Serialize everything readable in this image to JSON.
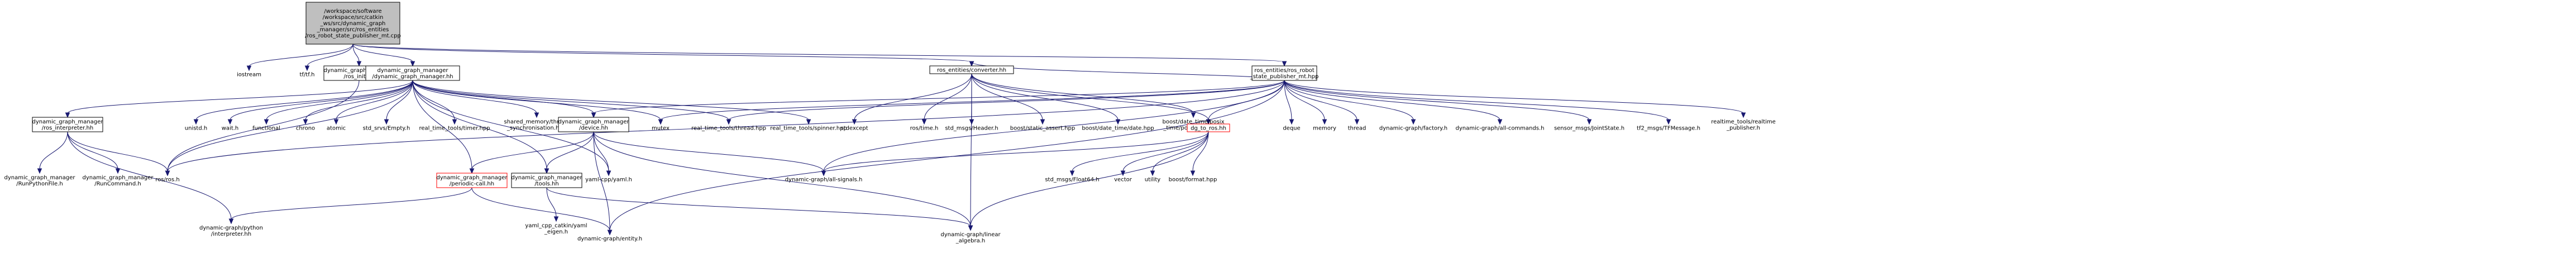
{
  "graph": {
    "nodes": [
      {
        "id": "root",
        "style": "root",
        "lines": [
          "/workspace/software",
          "/workspace/src/catkin",
          "_ws/src/dynamic_graph",
          "_manager/src/ros_entities",
          "/ros_robot_state_publisher_mt.cpp"
        ]
      },
      {
        "id": "iostream",
        "style": "plain",
        "lines": [
          "iostream"
        ]
      },
      {
        "id": "tf_tf_h",
        "style": "plain",
        "lines": [
          "tf/tf.h"
        ]
      },
      {
        "id": "dgm_ros_init",
        "style": "doc",
        "lines": [
          "dynamic_graph_manager",
          "/ros_init.hh"
        ]
      },
      {
        "id": "dgm_dgm",
        "style": "doc",
        "lines": [
          "dynamic_graph_manager",
          "/dynamic_graph_manager.hh"
        ]
      },
      {
        "id": "ros_converter",
        "style": "doc",
        "lines": [
          "ros_entities/converter.hh"
        ]
      },
      {
        "id": "ros_rsp_mt",
        "style": "doc",
        "lines": [
          "ros_entities/ros_robot",
          "_state_publisher_mt.hpp"
        ]
      },
      {
        "id": "dgm_ros_interp",
        "style": "doc",
        "lines": [
          "dynamic_graph_manager",
          "/ros_interpreter.hh"
        ]
      },
      {
        "id": "unistd",
        "style": "plain",
        "lines": [
          "unistd.h"
        ]
      },
      {
        "id": "wait_h",
        "style": "plain",
        "lines": [
          "wait.h"
        ]
      },
      {
        "id": "functional",
        "style": "plain",
        "lines": [
          "functional"
        ]
      },
      {
        "id": "chrono",
        "style": "plain",
        "lines": [
          "chrono"
        ]
      },
      {
        "id": "atomic",
        "style": "plain",
        "lines": [
          "atomic"
        ]
      },
      {
        "id": "std_srvs_empty",
        "style": "plain",
        "lines": [
          "std_srvs/Empty.h"
        ]
      },
      {
        "id": "rt_timer",
        "style": "plain",
        "lines": [
          "real_time_tools/timer.hpp"
        ]
      },
      {
        "id": "shm_thread",
        "style": "plain",
        "lines": [
          "shared_memory/thread",
          "_synchronisation.hpp"
        ]
      },
      {
        "id": "dgm_device",
        "style": "doc",
        "lines": [
          "dynamic_graph_manager",
          "/device.hh"
        ]
      },
      {
        "id": "mutex",
        "style": "plain",
        "lines": [
          "mutex"
        ]
      },
      {
        "id": "rt_thread",
        "style": "plain",
        "lines": [
          "real_time_tools/thread.hpp"
        ]
      },
      {
        "id": "rt_spinner",
        "style": "plain",
        "lines": [
          "real_time_tools/spinner.hpp"
        ]
      },
      {
        "id": "stdexcept",
        "style": "plain",
        "lines": [
          "stdexcept"
        ]
      },
      {
        "id": "ros_time",
        "style": "plain",
        "lines": [
          "ros/time.h"
        ]
      },
      {
        "id": "std_msgs_header",
        "style": "plain",
        "lines": [
          "std_msgs/Header.h"
        ]
      },
      {
        "id": "boost_static_assert",
        "style": "plain",
        "lines": [
          "boost/static_assert.hpp"
        ]
      },
      {
        "id": "boost_dt_date",
        "style": "plain",
        "lines": [
          "boost/date_time/date.hpp"
        ]
      },
      {
        "id": "boost_posix_time",
        "style": "plain",
        "lines": [
          "boost/date_time/posix",
          "_time/posix_time.hpp"
        ]
      },
      {
        "id": "dg_to_ros",
        "style": "red",
        "lines": [
          "dg_to_ros.hh"
        ]
      },
      {
        "id": "deque",
        "style": "plain",
        "lines": [
          "deque"
        ]
      },
      {
        "id": "memory",
        "style": "plain",
        "lines": [
          "memory"
        ]
      },
      {
        "id": "thread",
        "style": "plain",
        "lines": [
          "thread"
        ]
      },
      {
        "id": "dg_factory",
        "style": "plain",
        "lines": [
          "dynamic-graph/factory.h"
        ]
      },
      {
        "id": "dg_all_commands",
        "style": "plain",
        "lines": [
          "dynamic-graph/all-commands.h"
        ]
      },
      {
        "id": "sensor_msgs_joint",
        "style": "plain",
        "lines": [
          "sensor_msgs/JointState.h"
        ]
      },
      {
        "id": "tf2_msgs_tf",
        "style": "plain",
        "lines": [
          "tf2_msgs/TFMessage.h"
        ]
      },
      {
        "id": "rt_realtime_pub",
        "style": "plain",
        "lines": [
          "realtime_tools/realtime",
          "_publisher.h"
        ]
      },
      {
        "id": "dgm_run_python",
        "style": "plain",
        "lines": [
          "dynamic_graph_manager",
          "/RunPythonFile.h"
        ]
      },
      {
        "id": "dgm_run_command",
        "style": "plain",
        "lines": [
          "dynamic_graph_manager",
          "/RunCommand.h"
        ]
      },
      {
        "id": "ros_ros_h",
        "style": "plain",
        "lines": [
          "ros/ros.h"
        ]
      },
      {
        "id": "dg_python_interp",
        "style": "plain",
        "lines": [
          "dynamic-graph/python",
          "/interpreter.hh"
        ]
      },
      {
        "id": "dgm_periodic_call",
        "style": "red",
        "lines": [
          "dynamic_graph_manager",
          "/periodic-call.hh"
        ]
      },
      {
        "id": "dgm_tools",
        "style": "doc",
        "lines": [
          "dynamic_graph_manager",
          "/tools.hh"
        ]
      },
      {
        "id": "yaml_cpp",
        "style": "plain",
        "lines": [
          "yaml-cpp/yaml.h"
        ]
      },
      {
        "id": "dg_all_signals",
        "style": "plain",
        "lines": [
          "dynamic-graph/all-signals.h"
        ]
      },
      {
        "id": "std_msgs_float64",
        "style": "plain",
        "lines": [
          "std_msgs/Float64.h"
        ]
      },
      {
        "id": "vector",
        "style": "plain",
        "lines": [
          "vector"
        ]
      },
      {
        "id": "utility",
        "style": "plain",
        "lines": [
          "utility"
        ]
      },
      {
        "id": "boost_format",
        "style": "plain",
        "lines": [
          "boost/format.hpp"
        ]
      },
      {
        "id": "yaml_eigen",
        "style": "plain",
        "lines": [
          "yaml_cpp_catkin/yaml",
          "_eigen.h"
        ]
      },
      {
        "id": "dg_entity",
        "style": "plain",
        "lines": [
          "dynamic-graph/entity.h"
        ]
      },
      {
        "id": "dg_linear_algebra",
        "style": "plain",
        "lines": [
          "dynamic-graph/linear",
          "_algebra.h"
        ]
      }
    ],
    "edges": [
      [
        "root",
        "iostream"
      ],
      [
        "root",
        "tf_tf_h"
      ],
      [
        "root",
        "dgm_ros_init"
      ],
      [
        "root",
        "dgm_dgm"
      ],
      [
        "root",
        "ros_converter"
      ],
      [
        "root",
        "ros_rsp_mt"
      ],
      [
        "dgm_ros_init",
        "ros_ros_h"
      ],
      [
        "dgm_dgm",
        "dgm_ros_interp"
      ],
      [
        "dgm_dgm",
        "unistd"
      ],
      [
        "dgm_dgm",
        "wait_h"
      ],
      [
        "dgm_dgm",
        "functional"
      ],
      [
        "dgm_dgm",
        "chrono"
      ],
      [
        "dgm_dgm",
        "atomic"
      ],
      [
        "dgm_dgm",
        "std_srvs_empty"
      ],
      [
        "dgm_dgm",
        "rt_timer"
      ],
      [
        "dgm_dgm",
        "shm_thread"
      ],
      [
        "dgm_dgm",
        "dgm_device"
      ],
      [
        "dgm_dgm",
        "mutex"
      ],
      [
        "dgm_dgm",
        "rt_thread"
      ],
      [
        "dgm_dgm",
        "rt_spinner"
      ],
      [
        "dgm_dgm",
        "ros_ros_h"
      ],
      [
        "dgm_dgm",
        "yaml_cpp"
      ],
      [
        "dgm_dgm",
        "dgm_periodic_call"
      ],
      [
        "dgm_dgm",
        "dgm_tools"
      ],
      [
        "dgm_ros_interp",
        "dgm_run_python"
      ],
      [
        "dgm_ros_interp",
        "dgm_run_command"
      ],
      [
        "dgm_ros_interp",
        "ros_ros_h"
      ],
      [
        "dgm_ros_interp",
        "dg_python_interp"
      ],
      [
        "dgm_device",
        "dgm_periodic_call"
      ],
      [
        "dgm_device",
        "dgm_tools"
      ],
      [
        "dgm_device",
        "yaml_cpp"
      ],
      [
        "dgm_device",
        "dg_all_signals"
      ],
      [
        "dgm_device",
        "dg_entity"
      ],
      [
        "dgm_device",
        "dg_linear_algebra"
      ],
      [
        "dgm_periodic_call",
        "dg_python_interp"
      ],
      [
        "dgm_periodic_call",
        "dg_entity"
      ],
      [
        "dgm_tools",
        "yaml_eigen"
      ],
      [
        "dgm_tools",
        "dg_linear_algebra"
      ],
      [
        "ros_converter",
        "stdexcept"
      ],
      [
        "ros_converter",
        "ros_time"
      ],
      [
        "ros_converter",
        "std_msgs_header"
      ],
      [
        "ros_converter",
        "boost_static_assert"
      ],
      [
        "ros_converter",
        "boost_dt_date"
      ],
      [
        "ros_converter",
        "boost_posix_time"
      ],
      [
        "ros_converter",
        "dg_to_ros"
      ],
      [
        "ros_converter",
        "dg_linear_algebra"
      ],
      [
        "ros_rsp_mt",
        "ros_converter"
      ],
      [
        "ros_rsp_mt",
        "rt_thread"
      ],
      [
        "ros_rsp_mt",
        "mutex"
      ],
      [
        "ros_rsp_mt",
        "dgm_device"
      ],
      [
        "ros_rsp_mt",
        "dg_to_ros"
      ],
      [
        "ros_rsp_mt",
        "deque"
      ],
      [
        "ros_rsp_mt",
        "memory"
      ],
      [
        "ros_rsp_mt",
        "thread"
      ],
      [
        "ros_rsp_mt",
        "dg_factory"
      ],
      [
        "ros_rsp_mt",
        "dg_all_commands"
      ],
      [
        "ros_rsp_mt",
        "sensor_msgs_joint"
      ],
      [
        "ros_rsp_mt",
        "tf2_msgs_tf"
      ],
      [
        "ros_rsp_mt",
        "rt_realtime_pub"
      ],
      [
        "ros_rsp_mt",
        "dg_all_signals"
      ],
      [
        "ros_rsp_mt",
        "dg_entity"
      ],
      [
        "ros_rsp_mt",
        "ros_ros_h"
      ],
      [
        "dg_to_ros",
        "std_msgs_float64"
      ],
      [
        "dg_to_ros",
        "vector"
      ],
      [
        "dg_to_ros",
        "utility"
      ],
      [
        "dg_to_ros",
        "boost_format"
      ],
      [
        "dg_to_ros",
        "dg_all_signals"
      ],
      [
        "dg_to_ros",
        "dg_linear_algebra"
      ]
    ]
  }
}
